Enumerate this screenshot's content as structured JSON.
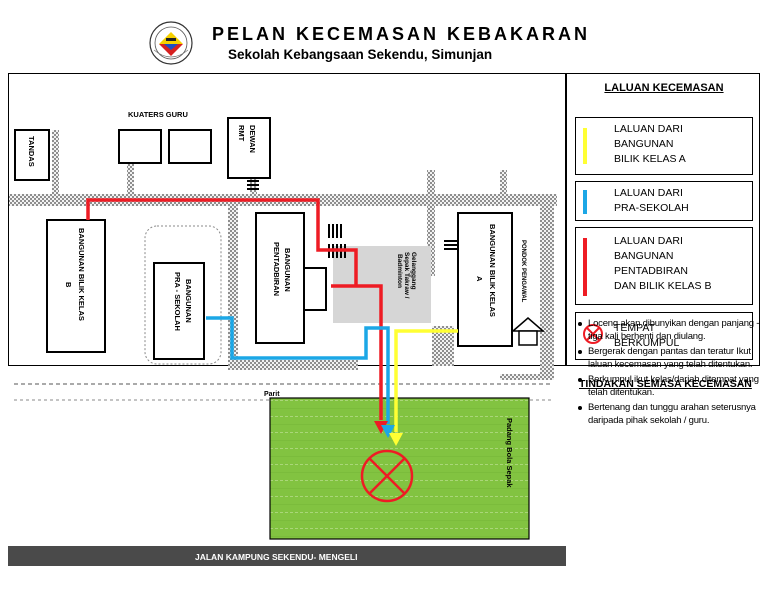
{
  "header": {
    "title": "PELAN KECEMASAN KEBAKARAN",
    "subtitle": "Sekolah Kebangsaan Sekendu, Simunjan"
  },
  "map": {
    "buildings": {
      "toilet": "TANDAS",
      "teachers_quarters": "KUATERS GURU",
      "multipurpose_hall_line1": "DEWAN",
      "multipurpose_hall_line2": "RMT",
      "classroom_b_line1": "BANGUNAN BILIK KELAS",
      "classroom_b_line2": "B",
      "preschool_line1": "BANGUNAN",
      "preschool_line2": "PRA - SEKOLAH",
      "admin_line1": "BANGUNAN",
      "admin_line2": "PENTADBIRAN",
      "classroom_a_line1": "BANGUNAN BILIK KELAS",
      "classroom_a_line2": "A",
      "guard_post": "PONDOK PENGAWAL",
      "court_line1": "Gelanggang",
      "court_line2": "Sepak Takraw /",
      "court_line3": "Badminton",
      "football_field": "Padang Bola Sepak",
      "drain": "Parit",
      "road": "JALAN KAMPUNG SEKENDU- MENGELI"
    }
  },
  "legend": {
    "title": "LALUAN  KECEMASAN",
    "items": [
      {
        "lines": [
          "LALUAN DARI",
          "BANGUNAN",
          "BILIK KELAS  A"
        ],
        "color": "#ffff33"
      },
      {
        "lines": [
          "LALUAN DARI",
          "PRA-SEKOLAH"
        ],
        "color": "#1ca7e6"
      },
      {
        "lines": [
          "LALUAN DARI",
          "BANGUNAN",
          "PENTADBIRAN",
          "DAN BILIK KELAS B"
        ],
        "color": "#ee1c24"
      }
    ],
    "assembly": {
      "lines": [
        "TEMPAT",
        "BERKUMPUL"
      ],
      "color": "#ee1c24"
    }
  },
  "actions": {
    "title": "TINDAKAN SEMASA KECEMASAN",
    "items": [
      "Loceng akan dibunyikan dengan panjang - tiga kali berhenti dan diulang.",
      "Bergerak dengan pantas dan teratur Ikut laluan kecemasan yang telah ditentukan.",
      "Berkumpul ikut kelas/darjah ditempat yang telah ditentukan.",
      "Bertenang dan tunggu arahan seterusnya daripada pihak sekolah / guru."
    ]
  }
}
